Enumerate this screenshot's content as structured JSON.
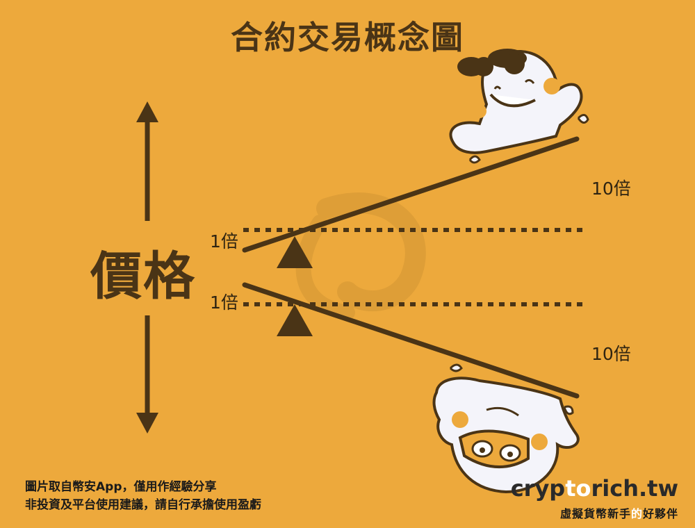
{
  "title": "合約交易概念圖",
  "axis_label": "價格",
  "labels": {
    "upper_base": "1倍",
    "lower_base": "1倍",
    "upper_leverage": "10倍",
    "lower_leverage": "10倍"
  },
  "disclaimer": {
    "line1": "圖片取自幣安App，僅用作經驗分享",
    "line2": "非投資及平台使用建議，請自行承擔使用盈虧"
  },
  "brand": {
    "part1": "cryp",
    "part2": "to",
    "part3": "rich.tw"
  },
  "tagline": {
    "part1": "虛擬貨幣新手",
    "part2": "的",
    "part3": "好夥伴"
  },
  "colors": {
    "background": "#EDA93C",
    "ink": "#4A3416",
    "mascot": "#F4F4FA"
  },
  "icons": [
    "up-arrow-icon",
    "down-arrow-icon",
    "fulcrum-triangle-icon",
    "mascot-happy-icon",
    "mascot-worried-icon"
  ]
}
